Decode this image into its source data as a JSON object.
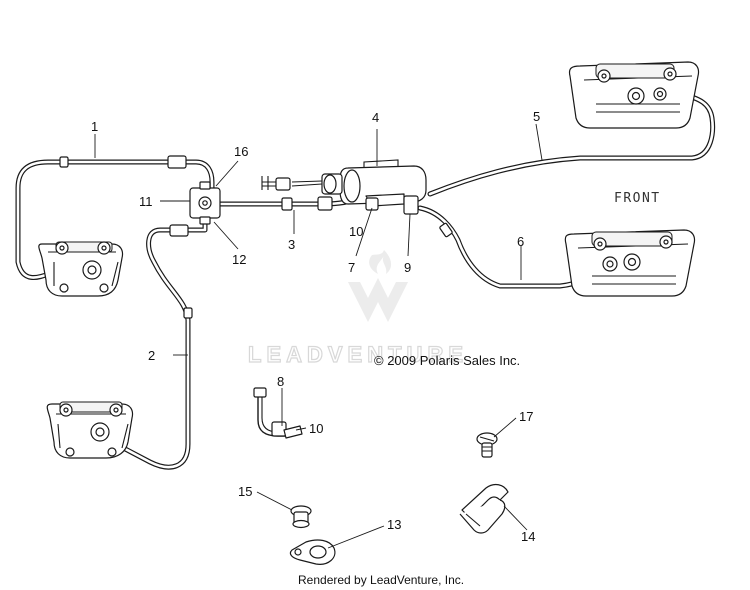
{
  "diagram": {
    "callouts": [
      "1",
      "2",
      "3",
      "4",
      "5",
      "6",
      "7",
      "8",
      "9",
      "10",
      "10",
      "11",
      "12",
      "13",
      "14",
      "15",
      "16",
      "17"
    ],
    "orientation_label": "FRONT",
    "copyright": "© 2009 Polaris Sales Inc.",
    "watermark": "LEADVENTURE",
    "footer": "Rendered by LeadVenture, Inc."
  }
}
